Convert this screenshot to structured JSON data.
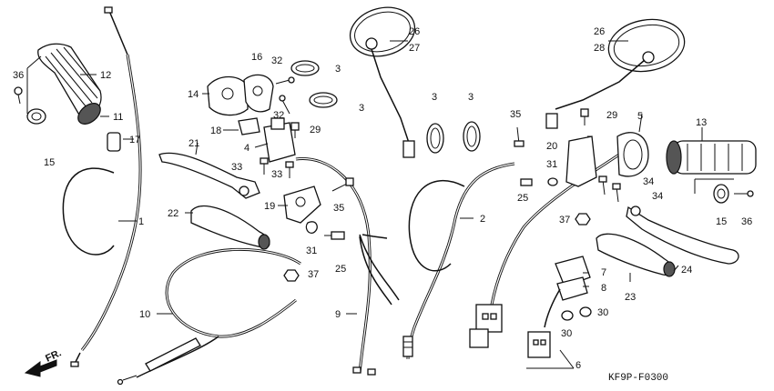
{
  "diagram": {
    "code": "KF9P-F0300",
    "direction_label": "FR.",
    "callouts": [
      {
        "id": "c1",
        "text": "1"
      },
      {
        "id": "c2",
        "text": "2"
      },
      {
        "id": "c3a",
        "text": "3"
      },
      {
        "id": "c3b",
        "text": "3"
      },
      {
        "id": "c3c",
        "text": "3"
      },
      {
        "id": "c3d",
        "text": "3"
      },
      {
        "id": "c4",
        "text": "4"
      },
      {
        "id": "c5",
        "text": "5"
      },
      {
        "id": "c6",
        "text": "6"
      },
      {
        "id": "c7",
        "text": "7"
      },
      {
        "id": "c8",
        "text": "8"
      },
      {
        "id": "c9",
        "text": "9"
      },
      {
        "id": "c10",
        "text": "10"
      },
      {
        "id": "c11",
        "text": "11"
      },
      {
        "id": "c12",
        "text": "12"
      },
      {
        "id": "c13",
        "text": "13"
      },
      {
        "id": "c14",
        "text": "14"
      },
      {
        "id": "c15a",
        "text": "15"
      },
      {
        "id": "c15b",
        "text": "15"
      },
      {
        "id": "c16",
        "text": "16"
      },
      {
        "id": "c17",
        "text": "17"
      },
      {
        "id": "c18",
        "text": "18"
      },
      {
        "id": "c19",
        "text": "19"
      },
      {
        "id": "c20",
        "text": "20"
      },
      {
        "id": "c21",
        "text": "21"
      },
      {
        "id": "c22",
        "text": "22"
      },
      {
        "id": "c23",
        "text": "23"
      },
      {
        "id": "c24",
        "text": "24"
      },
      {
        "id": "c25a",
        "text": "25"
      },
      {
        "id": "c25b",
        "text": "25"
      },
      {
        "id": "c26a",
        "text": "26"
      },
      {
        "id": "c27",
        "text": "27"
      },
      {
        "id": "c26b",
        "text": "26"
      },
      {
        "id": "c28",
        "text": "28"
      },
      {
        "id": "c29a",
        "text": "29"
      },
      {
        "id": "c29b",
        "text": "29"
      },
      {
        "id": "c30a",
        "text": "30"
      },
      {
        "id": "c30b",
        "text": "30"
      },
      {
        "id": "c31a",
        "text": "31"
      },
      {
        "id": "c31b",
        "text": "31"
      },
      {
        "id": "c32a",
        "text": "32"
      },
      {
        "id": "c32b",
        "text": "32"
      },
      {
        "id": "c33a",
        "text": "33"
      },
      {
        "id": "c33b",
        "text": "33"
      },
      {
        "id": "c34a",
        "text": "34"
      },
      {
        "id": "c34b",
        "text": "34"
      },
      {
        "id": "c35a",
        "text": "35"
      },
      {
        "id": "c35b",
        "text": "35"
      },
      {
        "id": "c36a",
        "text": "36"
      },
      {
        "id": "c36b",
        "text": "36"
      },
      {
        "id": "c37a",
        "text": "37"
      },
      {
        "id": "c37b",
        "text": "37"
      }
    ]
  }
}
